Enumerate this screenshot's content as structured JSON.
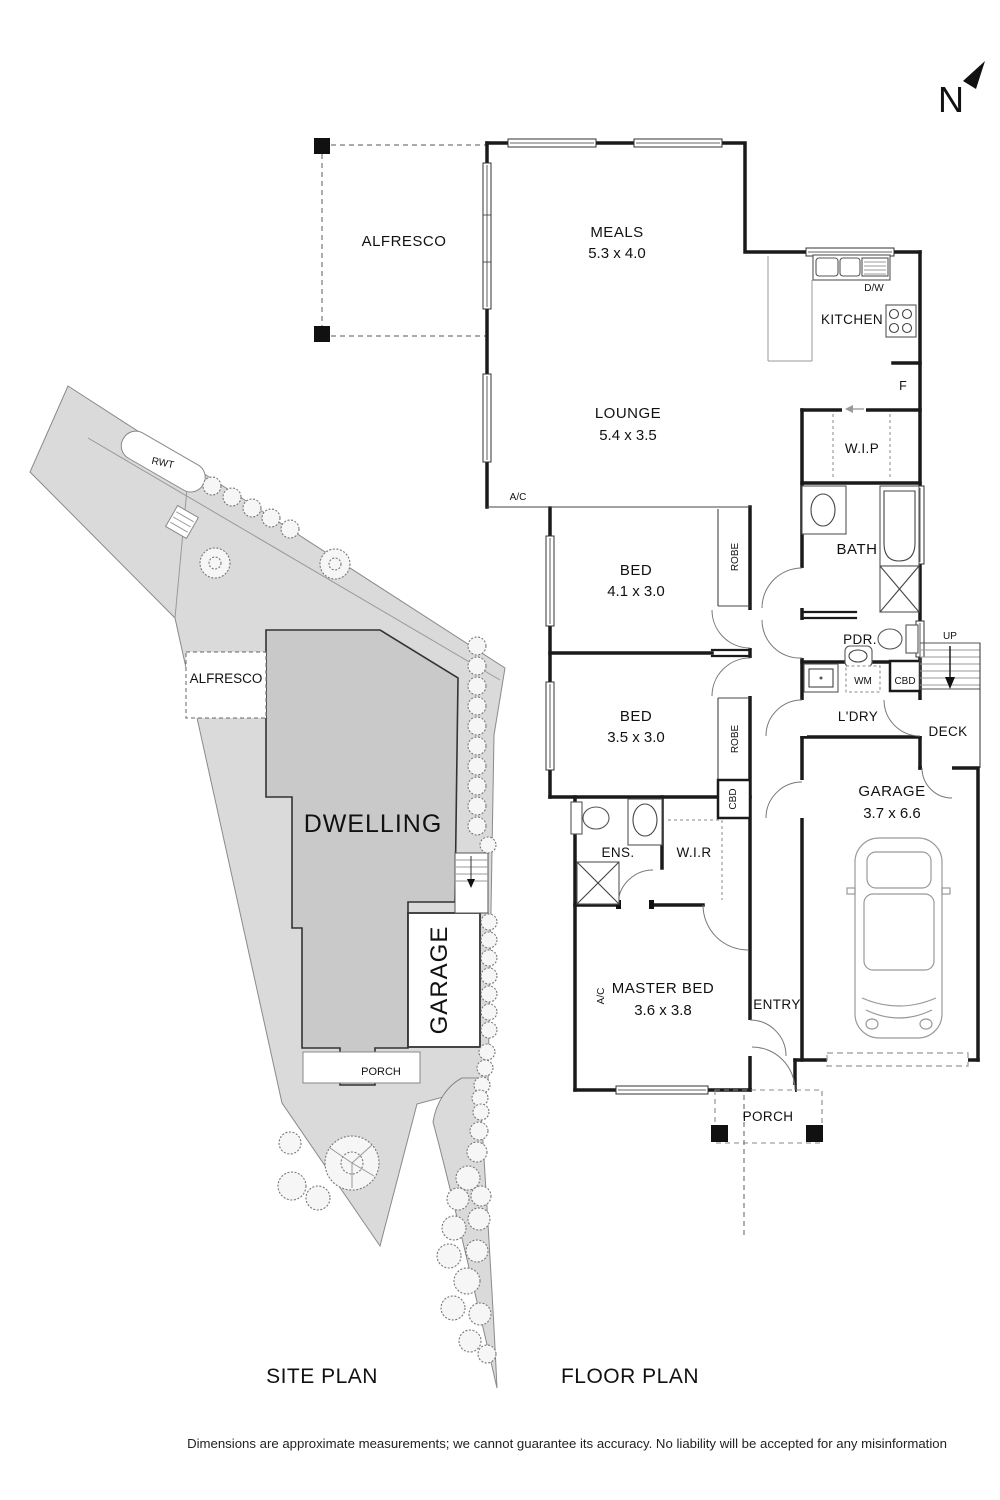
{
  "north": {
    "label": "N"
  },
  "fp": {
    "title": "FLOOR PLAN",
    "rooms": {
      "alfresco": {
        "label": "ALFRESCO"
      },
      "meals": {
        "label": "MEALS",
        "dims": "5.3 x 4.0"
      },
      "kitchen": {
        "label": "KITCHEN"
      },
      "lounge": {
        "label": "LOUNGE",
        "dims": "5.4 x 3.5"
      },
      "wip": {
        "label": "W.I.P"
      },
      "bath": {
        "label": "BATH"
      },
      "bed1": {
        "label": "BED",
        "dims": "4.1 x 3.0"
      },
      "bed2": {
        "label": "BED",
        "dims": "3.5 x 3.0"
      },
      "pdr": {
        "label": "PDR."
      },
      "ldry": {
        "label": "L'DRY"
      },
      "deck": {
        "label": "DECK"
      },
      "garage": {
        "label": "GARAGE",
        "dims": "3.7 x 6.6"
      },
      "ens": {
        "label": "ENS."
      },
      "wir": {
        "label": "W.I.R"
      },
      "master": {
        "label": "MASTER BED",
        "dims": "3.6 x 3.8"
      },
      "entry": {
        "label": "ENTRY"
      },
      "porch": {
        "label": "PORCH"
      }
    },
    "fix": {
      "dw": "D/W",
      "fridge": "F",
      "wm": "WM",
      "cbd_hall": "CBD",
      "cbd_ldry": "CBD",
      "robe1": "ROBE",
      "robe2": "ROBE",
      "ac_lounge": "A/C",
      "ac_master": "A/C",
      "up": "UP"
    }
  },
  "sp": {
    "title": "SITE PLAN",
    "labels": {
      "dwelling": "DWELLING",
      "alfresco": "ALFRESCO",
      "garage": "GARAGE",
      "porch": "PORCH",
      "rwt": "RWT"
    }
  },
  "footer": {
    "disclaimer": "Dimensions are approximate measurements; we cannot guarantee its accuracy. No liability will be accepted for any misinformation"
  }
}
